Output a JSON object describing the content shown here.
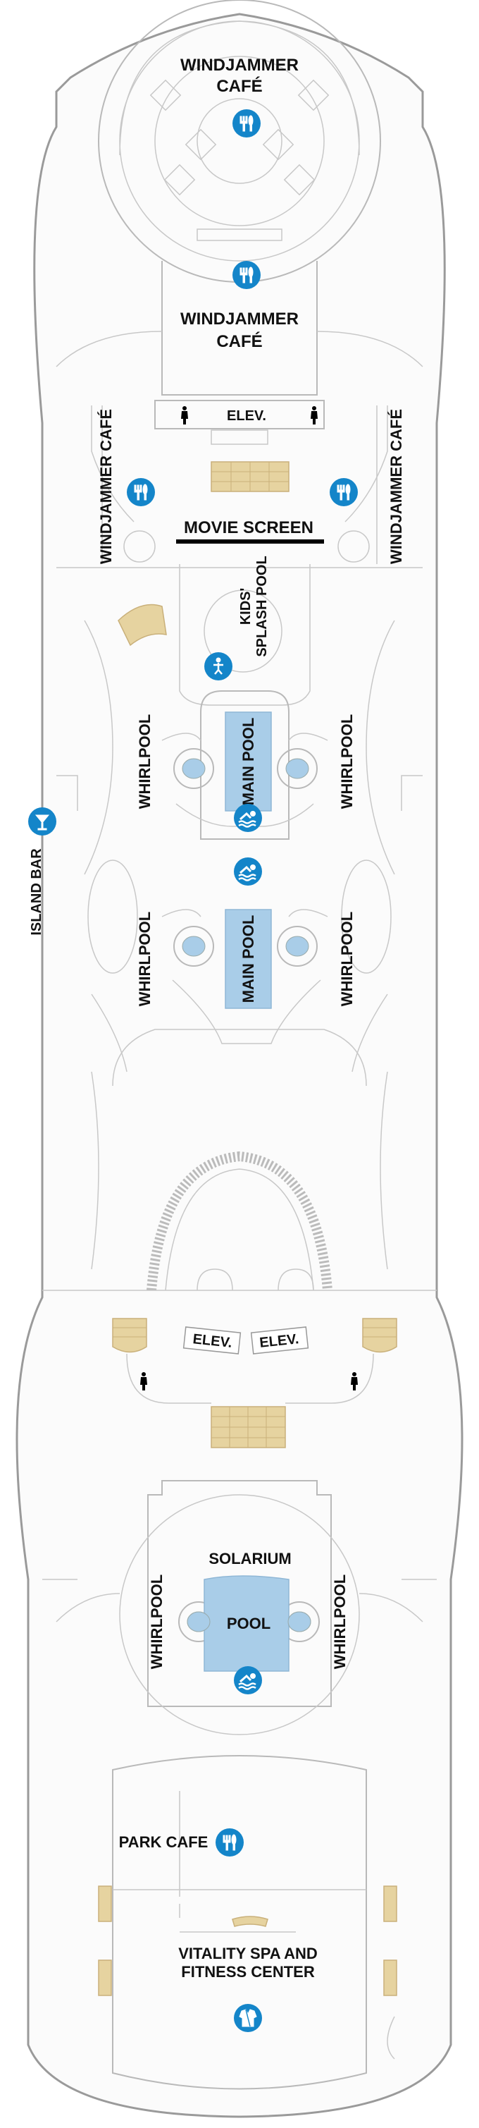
{
  "labels": {
    "windjammer_top": [
      "WINDJAMMER",
      "CAFÉ"
    ],
    "windjammer_mid": [
      "WINDJAMMER",
      "CAFÉ"
    ],
    "windjammer_left": "WINDJAMMER CAFÉ",
    "windjammer_right": "WINDJAMMER CAFÉ",
    "elev_top": "ELEV.",
    "movie_screen": "MOVIE SCREEN",
    "kids_pool": [
      "KIDS'",
      "SPLASH POOL"
    ],
    "main_pool_1": "MAIN POOL",
    "main_pool_2": "MAIN POOL",
    "whirlpool_1l": "WHIRLPOOL",
    "whirlpool_1r": "WHIRLPOOL",
    "whirlpool_2l": "WHIRLPOOL",
    "whirlpool_2r": "WHIRLPOOL",
    "island_bar": "ISLAND BAR",
    "elev_mid_l": "ELEV.",
    "elev_mid_r": "ELEV.",
    "solarium": "SOLARIUM",
    "solarium_pool": "POOL",
    "whirlpool_3l": "WHIRLPOOL",
    "whirlpool_3r": "WHIRLPOOL",
    "park_cafe": "PARK CAFE",
    "spa": [
      "VITALITY SPA AND",
      "FITNESS CENTER"
    ]
  },
  "icons": {
    "dining": "fork-knife-icon",
    "bar": "cocktail-icon",
    "pool": "swimmer-icon",
    "kids_pool": "child-pool-icon",
    "spa": "robe-icon",
    "restroom": "restroom-person-icon"
  },
  "colors": {
    "icon_blue": "#1485c9",
    "pool_blue": "#a9cde8",
    "stairs_tan": "#e6d3a0",
    "hull_outline": "#9a9a9a"
  }
}
